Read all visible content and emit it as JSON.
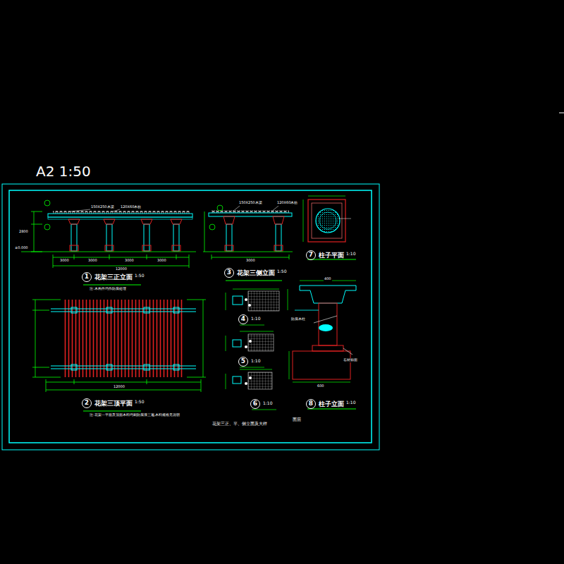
{
  "diagram": {
    "nodes": [
      {
        "text": [
          "1",
          "花架三正立面"
        ]
      },
      {
        "text": [
          "2",
          "花架三顶平面"
        ]
      },
      {
        "text": [
          "3",
          "花架三侧立面"
        ]
      },
      {
        "text": [
          "4"
        ]
      },
      {
        "text": [
          "5"
        ]
      },
      {
        "text": [
          "6"
        ]
      },
      {
        "text": [
          "7",
          "柱子平面"
        ]
      },
      {
        "text": [
          "8",
          "柱子立面"
        ]
      }
    ],
    "edges": [],
    "labels": [
      "A2 1:50",
      "1:50",
      "1:50",
      "1:50",
      "1:10",
      "1:10",
      "1:10",
      "1:10",
      "1:10",
      "注:木构件均作防腐处理",
      "注:花架一平面及顶面木料均刷防腐漆三遍,木料规格见说明",
      "花架三正、平、侧立面及大样",
      "面层",
      "150X250木梁",
      "120X60木枋",
      "150X250木梁",
      "120X60木枋",
      "12000",
      "3000",
      "3000",
      "3000",
      "3000",
      "12000",
      "3000",
      "400",
      "600",
      "防腐木柱",
      "石材贴面",
      "±0.000",
      "2800"
    ]
  }
}
